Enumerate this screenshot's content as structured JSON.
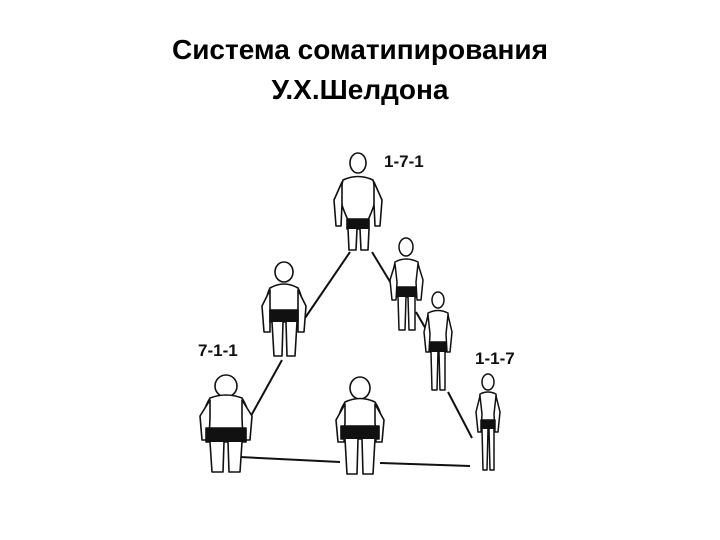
{
  "title": {
    "line1": "Система соматипирования",
    "line2": "У.Х.Шелдона"
  },
  "labels": {
    "top": "1-7-1",
    "left": "7-1-1",
    "right": "1-1-7"
  },
  "colors": {
    "ink": "#111111",
    "skin": "#ffffff",
    "trunks": "#111111"
  }
}
